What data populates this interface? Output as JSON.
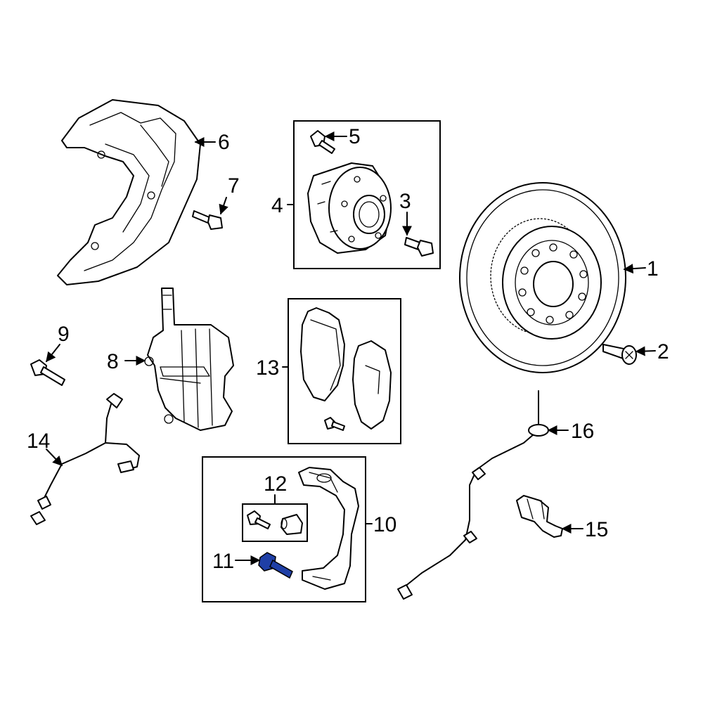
{
  "callouts": {
    "c1": "1",
    "c2": "2",
    "c3": "3",
    "c4": "4",
    "c5": "5",
    "c6": "6",
    "c7": "7",
    "c8": "8",
    "c9": "9",
    "c10": "10",
    "c11": "11",
    "c12": "12",
    "c13": "13",
    "c14": "14",
    "c15": "15",
    "c16": "16"
  },
  "colors": {
    "line": "#000000",
    "highlight": "#1f3fa6",
    "background": "#ffffff"
  },
  "highlighted_part": "11"
}
